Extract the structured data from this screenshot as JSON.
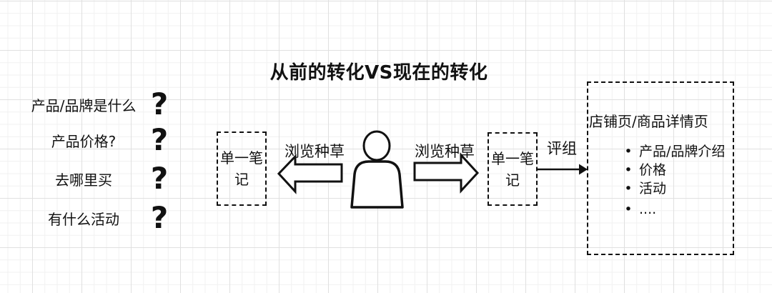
{
  "title": "从前的转化VS现在的转化",
  "questions": [
    {
      "text": "产品/品牌是什么",
      "mark": "?"
    },
    {
      "text": "产品价格?",
      "mark": "?"
    },
    {
      "text": "去哪里买",
      "mark": "?"
    },
    {
      "text": "有什么活动",
      "mark": "?"
    }
  ],
  "flow": {
    "left_note_box": "单一笔记",
    "right_note_box": "单一笔记",
    "left_arrow_label": "浏览种草",
    "right_arrow_label": "浏览种草",
    "review_arrow_label": "评组"
  },
  "detail_box": {
    "title": "店铺页/商品详情页",
    "bullet_char": "•",
    "bullets": [
      "产品/品牌介绍",
      "价格",
      "活动",
      "...."
    ]
  },
  "colors": {
    "ink": "#111111",
    "background": "#ffffff",
    "grid_minor": "#f1f1f1",
    "grid_major": "#e0e0e0"
  }
}
